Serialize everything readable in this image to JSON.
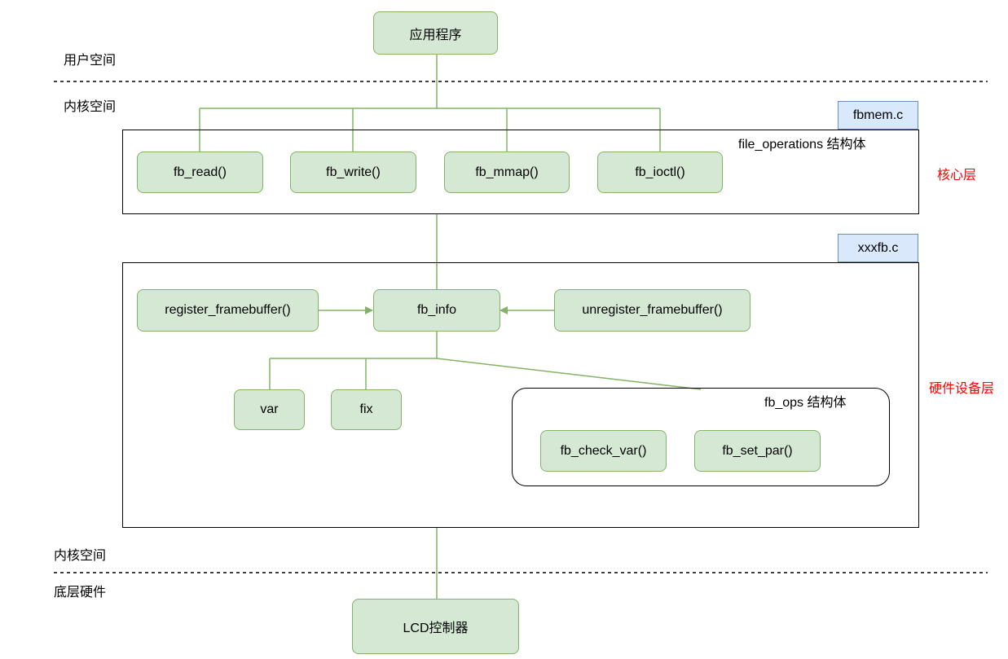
{
  "colors": {
    "node_fill": "#d5e8d4",
    "node_border": "#82b366",
    "file_tag_fill": "#dae8fc",
    "file_tag_border": "#6c8ebf",
    "layer_label": "#ff0000"
  },
  "top_node": "应用程序",
  "zones": {
    "user_space": "用户空间",
    "kernel_space_top": "内核空间",
    "kernel_space_bottom": "内核空间",
    "hardware": "底层硬件"
  },
  "core_layer": {
    "file_tag": "fbmem.c",
    "struct_label": "file_operations 结构体",
    "layer_label": "核心层",
    "functions": [
      "fb_read()",
      "fb_write()",
      "fb_mmap()",
      "fb_ioctl()"
    ]
  },
  "device_layer": {
    "file_tag": "xxxfb.c",
    "layer_label": "硬件设备层",
    "register": "register_framebuffer()",
    "fb_info": "fb_info",
    "unregister": "unregister_framebuffer()",
    "var": "var",
    "fix": "fix",
    "fb_ops": {
      "label": "fb_ops 结构体",
      "functions": [
        "fb_check_var()",
        "fb_set_par()"
      ]
    }
  },
  "bottom_node": "LCD控制器"
}
